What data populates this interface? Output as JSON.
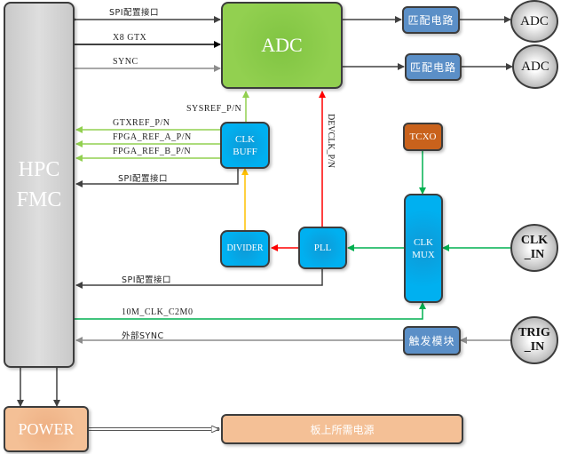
{
  "blocks": {
    "fmc": "HPC\nFMC",
    "adc_main": "ADC",
    "match_1": "匹配电路",
    "match_2": "匹配电路",
    "adc_out_1": "ADC",
    "adc_out_2": "ADC",
    "clk_buff": "CLK\nBUFF",
    "tcxo": "TCXO",
    "divider": "DIVIDER",
    "pll": "PLL",
    "clk_mux": "CLK\nMUX",
    "clk_in": "CLK\n_IN",
    "trigger": "触发模块",
    "trig_in": "TRIG\n_IN",
    "power": "POWER",
    "board_power": "板上所需电源"
  },
  "signals": {
    "spi_adc": "SPI配置接口",
    "x8_gtx": "X8 GTX",
    "sync": "SYNC",
    "sysref": "SYSREF_P/N",
    "devclk": "DEVCLK_P/N",
    "gtxref": "GTXREF_P/N",
    "fpga_ref_a": "FPGA_REF_A_P/N",
    "fpga_ref_b": "FPGA_REF_B_P/N",
    "spi_buff": "SPI配置接口",
    "spi_pll": "SPI配置接口",
    "clk_10m": "10M_CLK_C2M0",
    "ext_sync": "外部SYNC"
  },
  "colors": {
    "fmc": "#d4d4d4",
    "adc": "#92d050",
    "match": "#5b8fc7",
    "clock_block": "#00b0f0",
    "tcxo": "#c9621c",
    "power": "#f4c096",
    "dark_line": "#404040",
    "gray_line": "#8c8c8c",
    "light_green_line": "#92d050",
    "green_line": "#00b050",
    "red_line": "#ff0000",
    "orange_line": "#ffc000"
  }
}
